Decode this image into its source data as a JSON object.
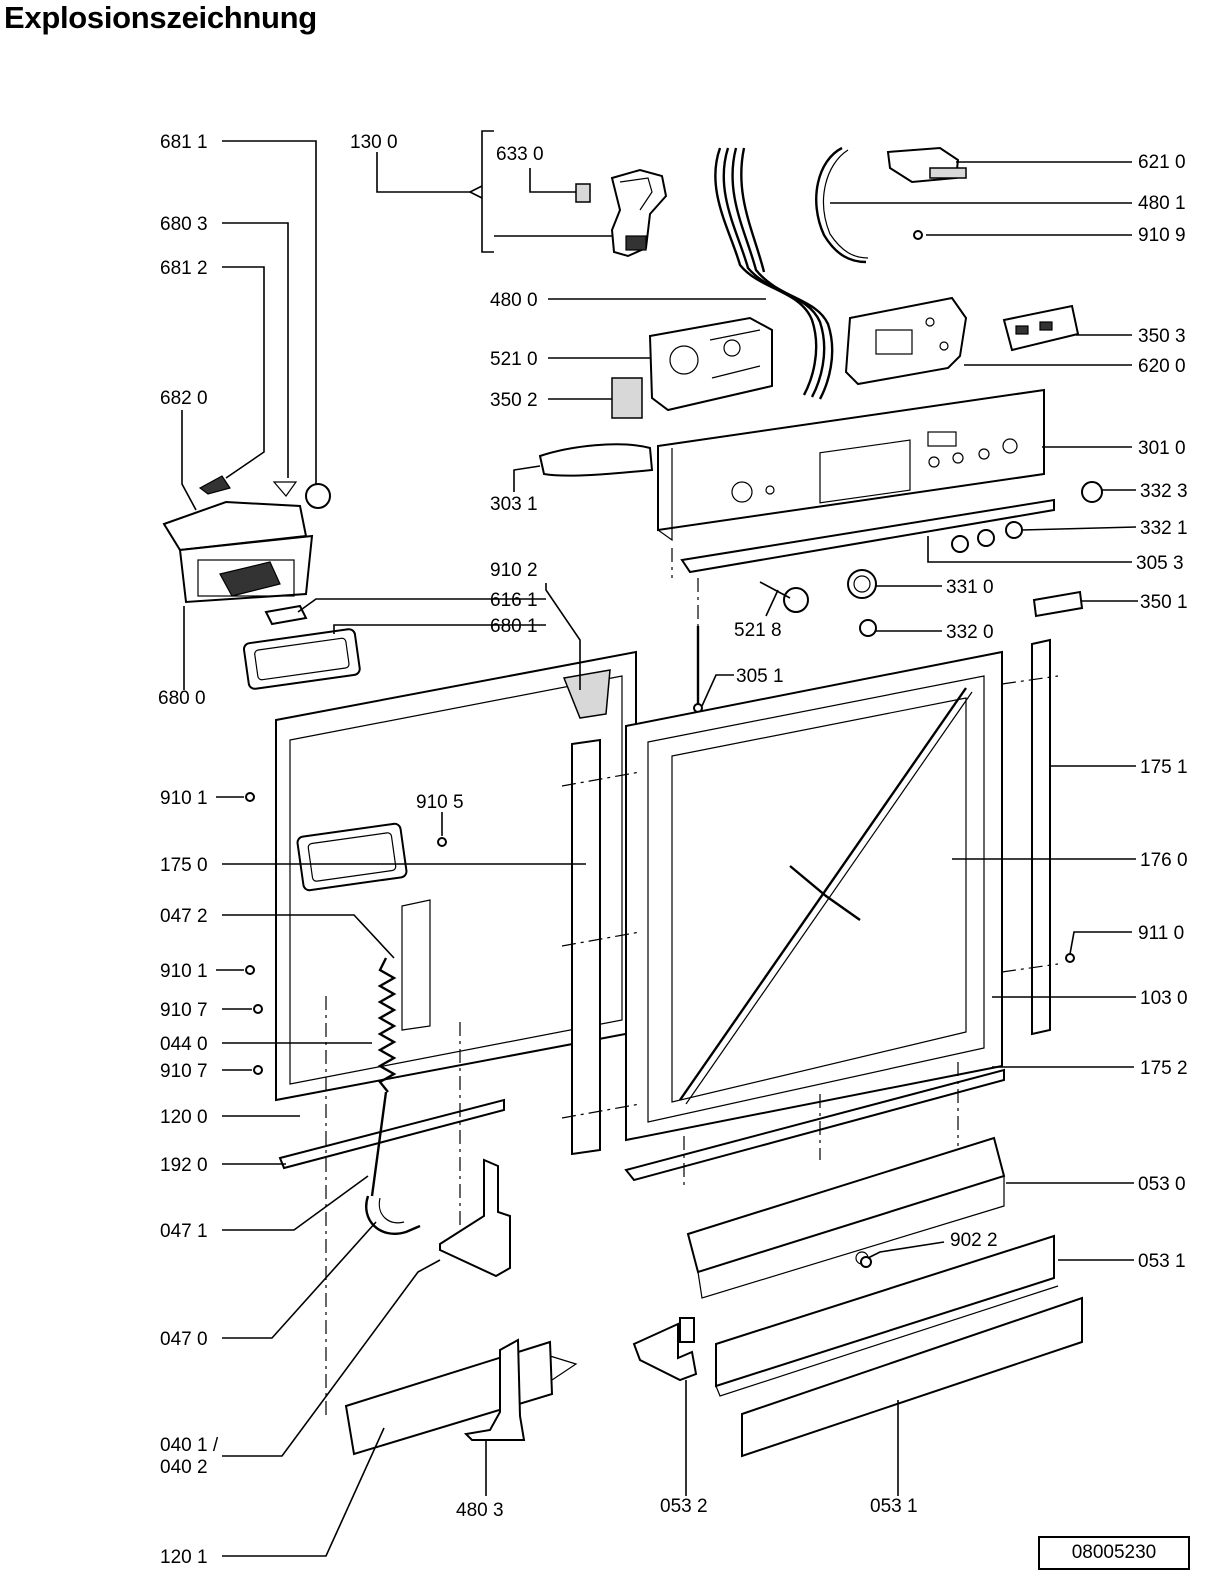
{
  "title": "Explosionszeichnung",
  "document_number": "08005230",
  "labels": [
    {
      "id": "l6811",
      "text": "681 1"
    },
    {
      "id": "l1300",
      "text": "130 0"
    },
    {
      "id": "l6330",
      "text": "633 0"
    },
    {
      "id": "l6210",
      "text": "621 0"
    },
    {
      "id": "l4801",
      "text": "480 1"
    },
    {
      "id": "l9109",
      "text": "910 9"
    },
    {
      "id": "l6803",
      "text": "680 3"
    },
    {
      "id": "l6812",
      "text": "681 2"
    },
    {
      "id": "l4800",
      "text": "480 0"
    },
    {
      "id": "l3503",
      "text": "350 3"
    },
    {
      "id": "l5210",
      "text": "521 0"
    },
    {
      "id": "l6200",
      "text": "620 0"
    },
    {
      "id": "l6820",
      "text": "682 0"
    },
    {
      "id": "l3502",
      "text": "350 2"
    },
    {
      "id": "l3010",
      "text": "301 0"
    },
    {
      "id": "l3031",
      "text": "303 1"
    },
    {
      "id": "l3323",
      "text": "332 3"
    },
    {
      "id": "l3321",
      "text": "332 1"
    },
    {
      "id": "l3053",
      "text": "305 3"
    },
    {
      "id": "l9102",
      "text": "910 2"
    },
    {
      "id": "l3310",
      "text": "331 0"
    },
    {
      "id": "l6161",
      "text": "616 1"
    },
    {
      "id": "l3501",
      "text": "350 1"
    },
    {
      "id": "l6801",
      "text": "680 1"
    },
    {
      "id": "l5218",
      "text": "521 8"
    },
    {
      "id": "l3320",
      "text": "332 0"
    },
    {
      "id": "l3051",
      "text": "305 1"
    },
    {
      "id": "l6800",
      "text": "680 0"
    },
    {
      "id": "l1751",
      "text": "175 1"
    },
    {
      "id": "l9101a",
      "text": "910 1"
    },
    {
      "id": "l9105",
      "text": "910 5"
    },
    {
      "id": "l1750",
      "text": "175 0"
    },
    {
      "id": "l1760",
      "text": "176 0"
    },
    {
      "id": "l0472",
      "text": "047 2"
    },
    {
      "id": "l9110",
      "text": "911 0"
    },
    {
      "id": "l9101b",
      "text": "910 1"
    },
    {
      "id": "l9107a",
      "text": "910 7"
    },
    {
      "id": "l1030",
      "text": "103 0"
    },
    {
      "id": "l0440",
      "text": "044 0"
    },
    {
      "id": "l9107b",
      "text": "910 7"
    },
    {
      "id": "l1752",
      "text": "175 2"
    },
    {
      "id": "l1200",
      "text": "120 0"
    },
    {
      "id": "l1920",
      "text": "192 0"
    },
    {
      "id": "l0530",
      "text": "053 0"
    },
    {
      "id": "l0471",
      "text": "047 1"
    },
    {
      "id": "l9022",
      "text": "902 2"
    },
    {
      "id": "l0531a",
      "text": "053 1"
    },
    {
      "id": "l0470",
      "text": "047 0"
    },
    {
      "id": "l0401",
      "text": "040 1 /"
    },
    {
      "id": "l0402",
      "text": "040 2"
    },
    {
      "id": "l4803",
      "text": "480 3"
    },
    {
      "id": "l0532",
      "text": "053 2"
    },
    {
      "id": "l0531b",
      "text": "053 1"
    },
    {
      "id": "l1201",
      "text": "120 1"
    }
  ]
}
